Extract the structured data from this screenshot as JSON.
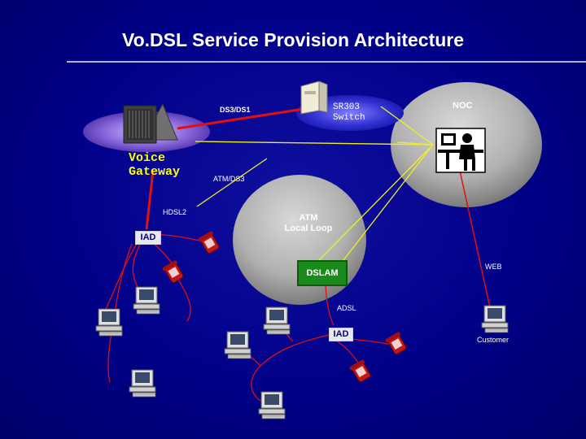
{
  "title": "Vo.DSL Service Provision Architecture",
  "labels": {
    "voice_gateway": "Voice\nGateway",
    "ds3_ds1": "DS3/DS1",
    "sr303_switch": "SR303\nSwitch",
    "noc": "NOC",
    "atm_ds3": "ATM/DS3",
    "hdsl2": "HDSL2",
    "iad_left": "IAD",
    "atm_local_loop": "ATM\nLocal Loop",
    "dslam": "DSLAM",
    "web": "WEB",
    "adsl": "ADSL",
    "iad_center": "IAD",
    "customer": "Customer"
  },
  "colors": {
    "background": "#000080",
    "red_link": "#e01010",
    "yellow_link": "#f0f020",
    "dslam_box": "#1a8a1a",
    "iad_box": "#e8e8f0",
    "iad_text": "#000080",
    "gateway_text": "#ffff00"
  }
}
